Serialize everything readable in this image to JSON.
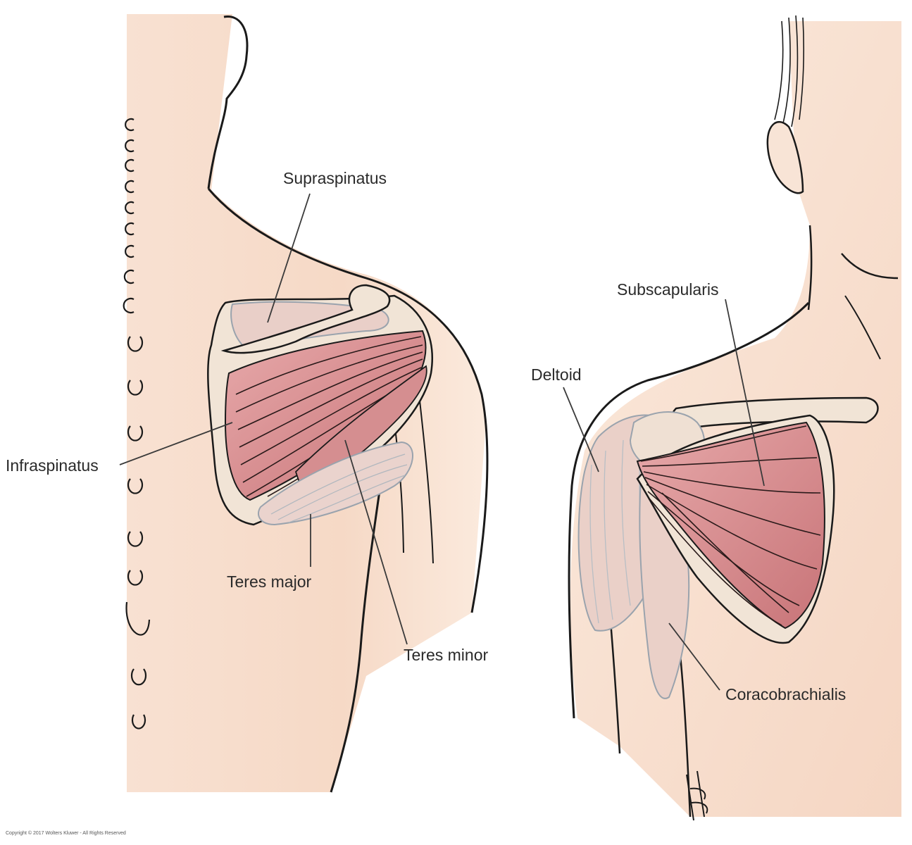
{
  "labels": {
    "supraspinatus": "Supraspinatus",
    "infraspinatus": "Infraspinatus",
    "teres_major": "Teres major",
    "teres_minor": "Teres minor",
    "subscapularis": "Subscapularis",
    "deltoid": "Deltoid",
    "coracobrachialis": "Coracobrachialis"
  },
  "copyright": "Copyright © 2017 Wolters Kluwer - All Rights Reserved",
  "colors": {
    "skin": "#f6d9c6",
    "muscle": "#d88b8e",
    "muscle_dark": "#c06f74",
    "bone": "#f1e4d6",
    "outline": "#1a1a1a",
    "faded_muscle": "#e5c4bd"
  }
}
